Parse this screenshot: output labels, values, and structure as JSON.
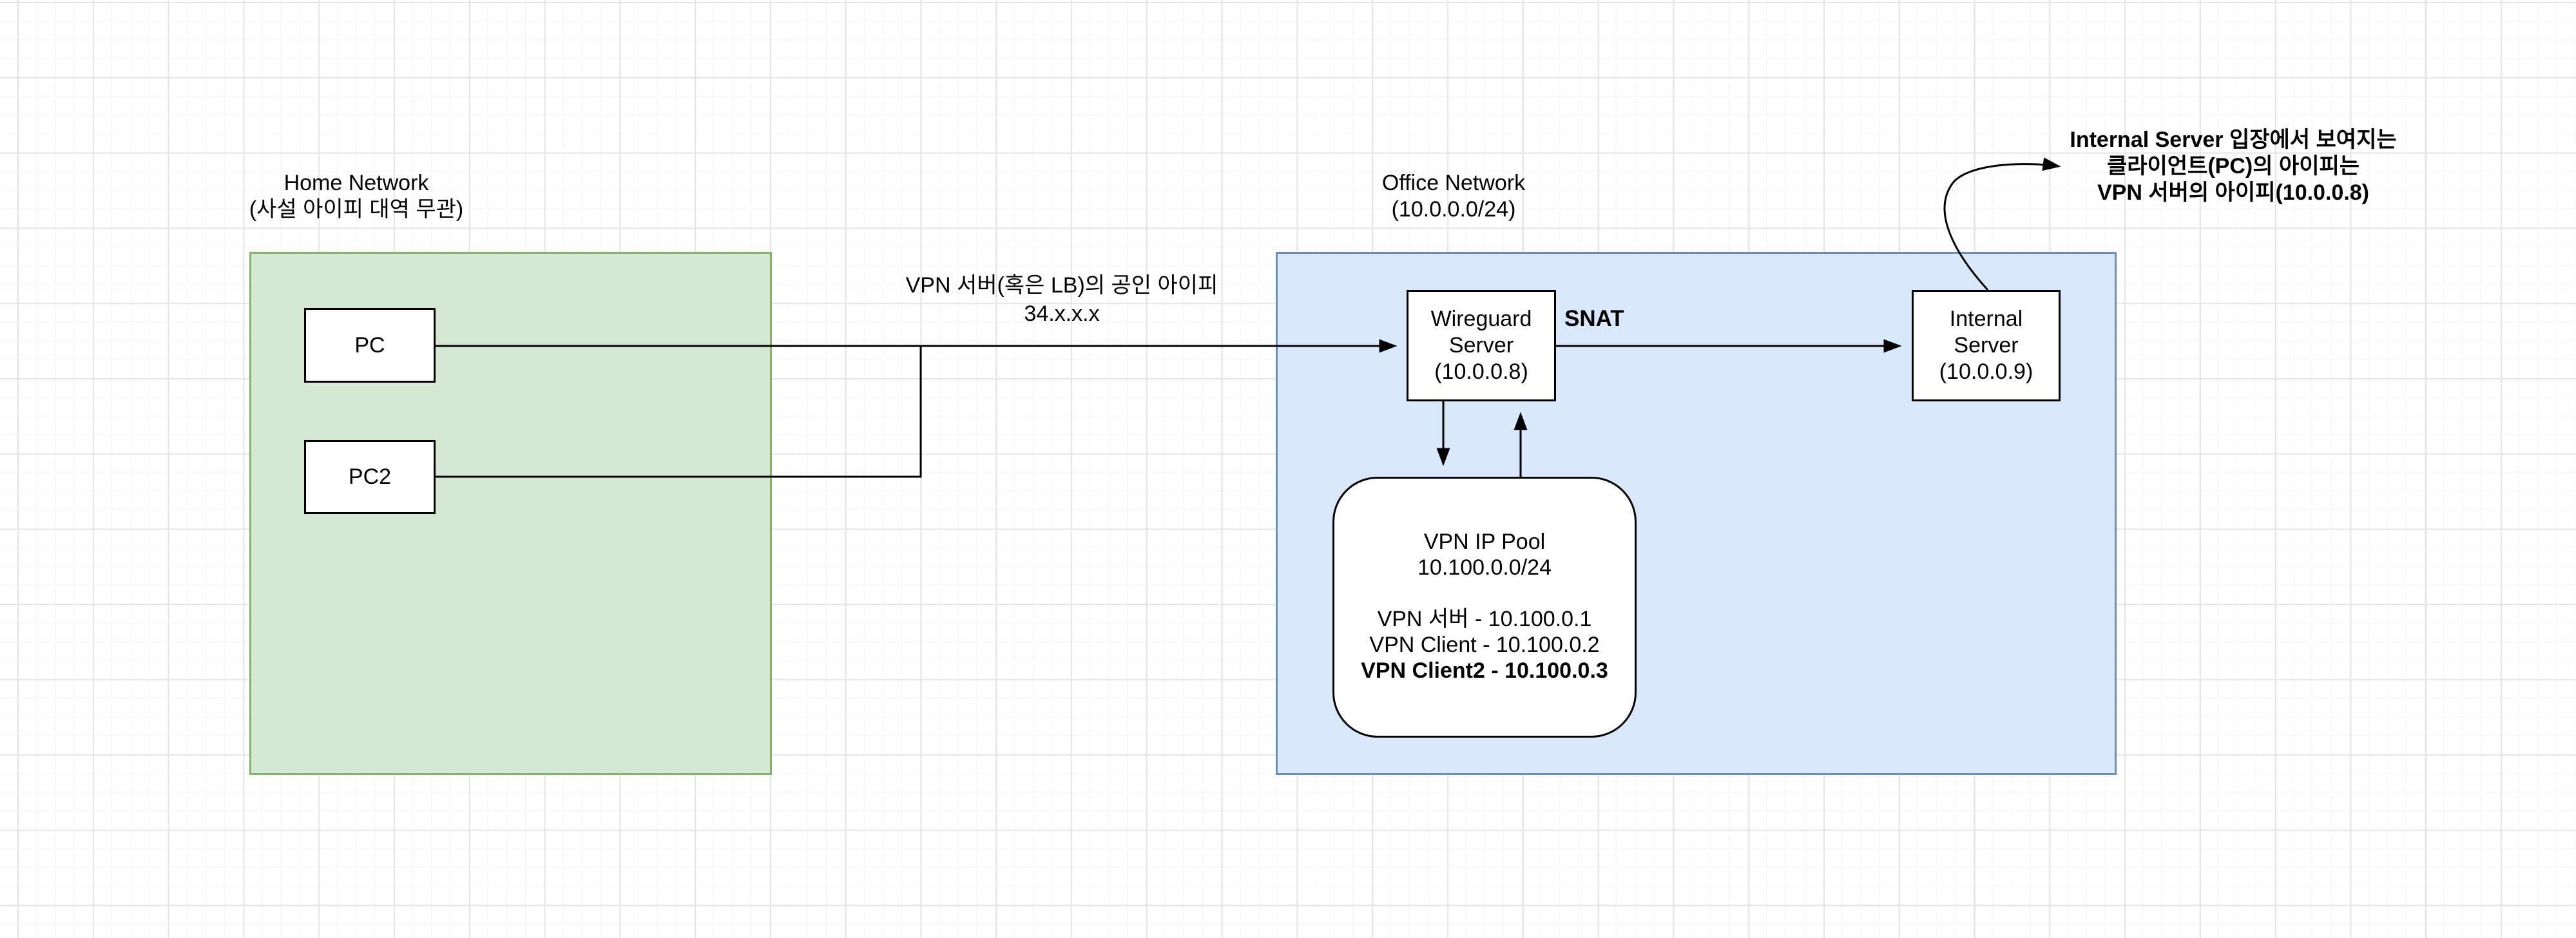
{
  "diagram": {
    "regions": {
      "home": {
        "title": "Home Network",
        "subtitle": "(사설 아이피 대역 무관)",
        "fill": "#d5e8d4",
        "stroke": "#82b366"
      },
      "office": {
        "title": "Office Network",
        "subtitle": "(10.0.0.0/24)",
        "fill": "#dae8fc",
        "stroke": "#6c8ebf"
      }
    },
    "nodes": {
      "pc": {
        "label": "PC"
      },
      "pc2": {
        "label": "PC2"
      },
      "wireguard": {
        "line1": "Wireguard",
        "line2": "Server",
        "line3": "(10.0.0.8)"
      },
      "internal": {
        "line1": "Internal",
        "line2": "Server",
        "line3": "(10.0.0.9)"
      },
      "pool": {
        "line1": "VPN IP Pool",
        "line2": "10.100.0.0/24",
        "line3": "VPN 서버 - 10.100.0.1",
        "line4": "VPN Client - 10.100.0.2",
        "line5": "VPN Client2 - 10.100.0.3"
      }
    },
    "labels": {
      "public_ip_line1": "VPN 서버(혹은 LB)의 공인 아이피",
      "public_ip_line2": "34.x.x.x",
      "snat": "SNAT",
      "note_line1": "Internal Server 입장에서 보여지는",
      "note_line2": "클라이언트(PC)의 아이피는",
      "note_line3": "VPN 서버의 아이피(10.0.0.8)"
    },
    "edge_color": "#000000"
  }
}
